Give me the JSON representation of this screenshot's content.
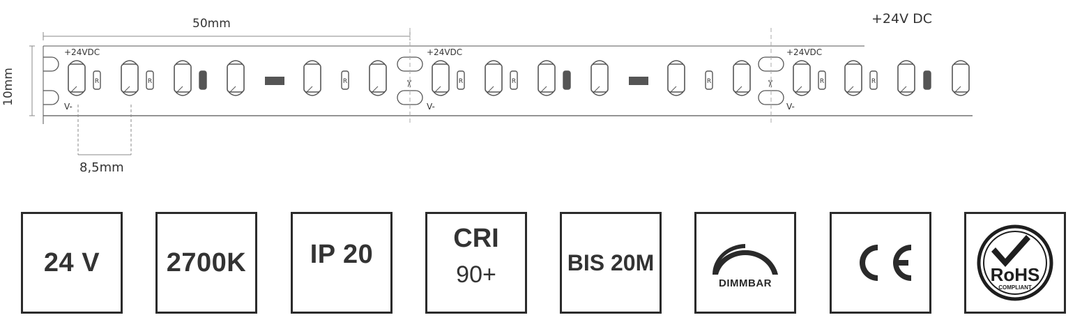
{
  "dimensions": {
    "length_label": "50mm",
    "height_label": "10mm",
    "led_pitch_label": "8,5mm",
    "power_label": "+24V DC"
  },
  "strip": {
    "plus_label": "+24VDC",
    "minus_label": "V-",
    "resistor_label": "R"
  },
  "specs": {
    "voltage": "24 V",
    "color_temp": "2700K",
    "ip_rating": "IP 20",
    "cri_title": "CRI",
    "cri_value": "90+",
    "bis": "BIS 20M",
    "dimmable_label": "DIMMBAR",
    "ce_mark": "CE",
    "rohs_label": "RoHS",
    "rohs_sub": "COMPLIANT"
  },
  "icons": [
    "scissors-icon",
    "dimmable-arc-icon",
    "ce-mark-icon",
    "rohs-check-icon"
  ]
}
